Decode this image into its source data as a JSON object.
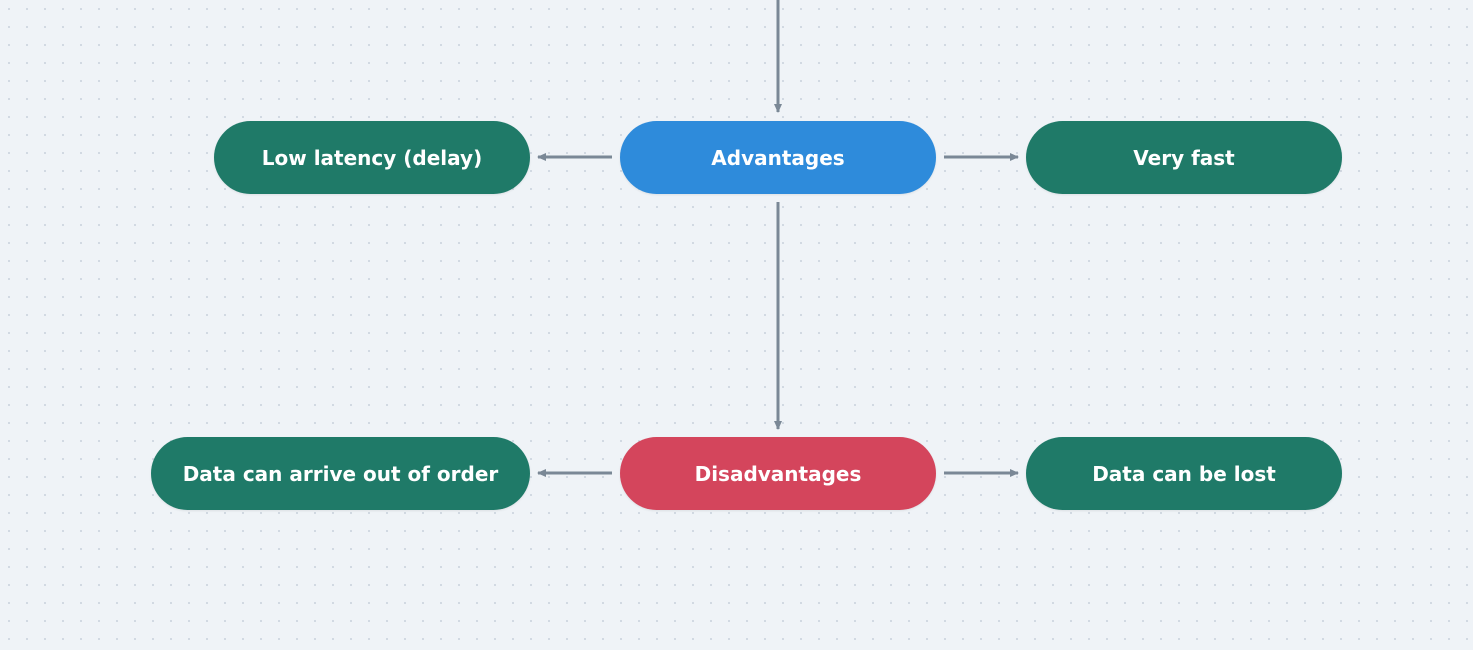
{
  "diagram": {
    "colors": {
      "background": "#eff3f7",
      "edge": "#7a8896",
      "advantages": "#2e8bdb",
      "disadvantages": "#d4455c",
      "leaf": "#1f7a68"
    },
    "nodes": {
      "advantages": {
        "label": "Advantages"
      },
      "disadvantages": {
        "label": "Disadvantages"
      },
      "low_latency": {
        "label": "Low latency (delay)"
      },
      "very_fast": {
        "label": "Very fast"
      },
      "out_of_order": {
        "label": "Data can arrive out of order"
      },
      "data_lost": {
        "label": "Data can be lost"
      }
    },
    "edges": [
      {
        "from": "incoming",
        "to": "advantages"
      },
      {
        "from": "advantages",
        "to": "low_latency"
      },
      {
        "from": "advantages",
        "to": "very_fast"
      },
      {
        "from": "advantages",
        "to": "disadvantages"
      },
      {
        "from": "disadvantages",
        "to": "out_of_order"
      },
      {
        "from": "disadvantages",
        "to": "data_lost"
      }
    ]
  }
}
